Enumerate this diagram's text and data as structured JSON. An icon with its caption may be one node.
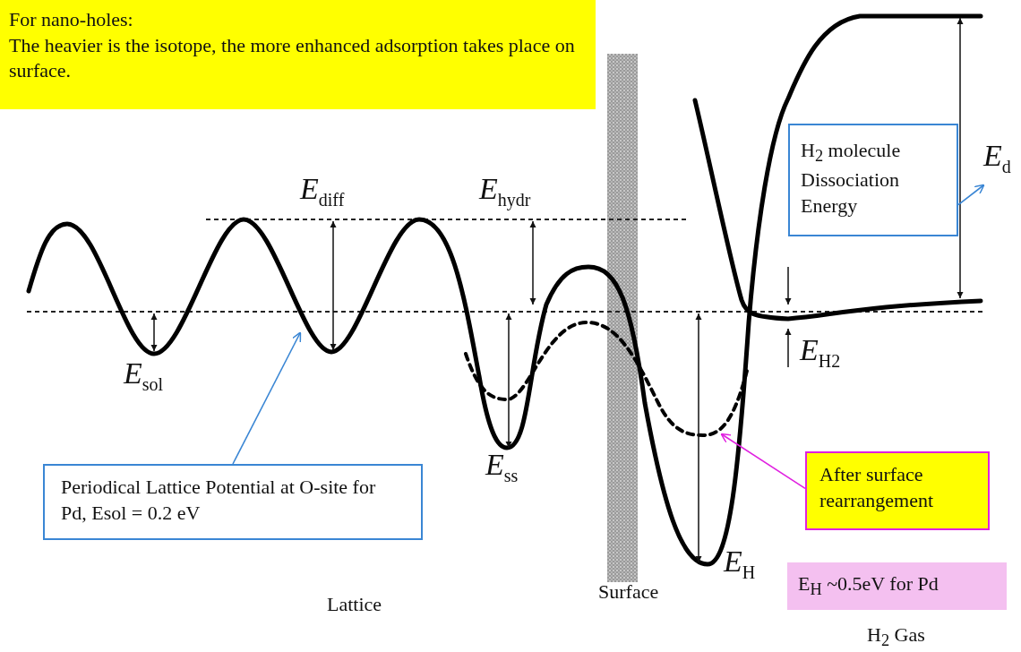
{
  "diagram": {
    "nodes": [
      {
        "text": [
          "For nano-holes:",
          "The heavier is the isotope, the more enhanced adsorption takes place on surface."
        ]
      },
      {
        "text": [
          "E$_{d}$"
        ]
      },
      {
        "text": [
          "H$_{2}$ molecule Dissociation Energy"
        ]
      },
      {
        "text": [
          "Periodical Lattice Potential at O-site for Pd, Esol = 0.2 eV"
        ]
      },
      {
        "text": [
          "After surface rearrangement"
        ]
      },
      {
        "text": [
          "E$_{H}$ ~0.5eV for Pd"
        ]
      }
    ],
    "edges": [
      {
        "from": 2,
        "to": 1,
        "arrow": "to"
      },
      {
        "from": 3,
        "to": null,
        "arrow": "to"
      },
      {
        "from": 4,
        "to": null,
        "arrow": "to",
        "color": "#e020e0"
      }
    ],
    "labels": [
      "E$_{diff}$",
      "E$_{hydr}$",
      "E$_{sol}$",
      "E$_{H}$$_{2}$",
      "E$_{ss}$",
      "E$_{H}$",
      "Lattice",
      "Surface",
      "H$_{2}$ Gas"
    ]
  }
}
